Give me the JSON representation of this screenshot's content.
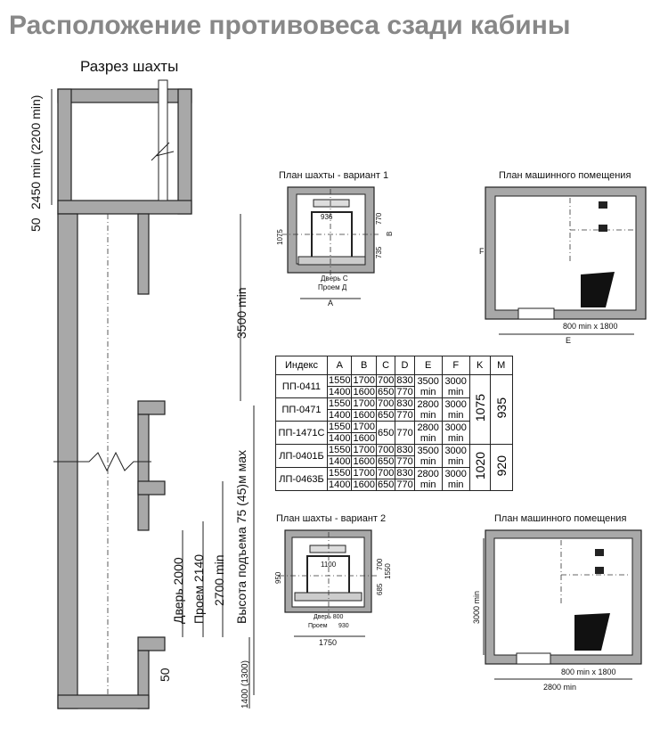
{
  "title": "Расположение  противовеса сзади кабины",
  "section": {
    "title": "Разрез шахты",
    "dims": {
      "top": "2450 min (2200 min)",
      "slab": "50",
      "overhead": "3500 min",
      "travel": "Высота подъема 75 (45)м мах",
      "door": "Дверь 2000",
      "opening": "Проем 2140",
      "floor_height": "2700 min",
      "sill": "50",
      "pit": "1400 (1300)"
    }
  },
  "plan1": {
    "title": "План шахты - вариант 1",
    "dims": {
      "w936": "936",
      "d1075": "1075",
      "d770": "770",
      "d735": "735",
      "B": "B",
      "door": "Дверь С",
      "opening": "Проем Д",
      "A": "A"
    }
  },
  "plan2": {
    "title": "План шахты - вариант 2",
    "dims": {
      "w1100": "1100",
      "d950": "950",
      "d700": "700",
      "d685": "685",
      "d1550": "1550",
      "door": "Дверь 800",
      "opening": "Проем",
      "opening_val": "930",
      "w1750": "1750"
    }
  },
  "machine1": {
    "title": "План машинного помещения",
    "dims": {
      "F": "F",
      "door": "800 min x 1800",
      "E": "E"
    }
  },
  "machine2": {
    "title": "План машинного помещения",
    "dims": {
      "h": "3000 min",
      "door": "800 min x 1800",
      "w": "2800 min"
    }
  },
  "table": {
    "headers": [
      "Индекс",
      "A",
      "B",
      "C",
      "D",
      "E",
      "F",
      "K",
      "M"
    ],
    "rows": [
      {
        "index": "ПП-0411",
        "a": [
          "1550",
          "1400"
        ],
        "b": [
          "1700",
          "1600"
        ],
        "c": [
          "700",
          "650"
        ],
        "d": [
          "830",
          "770"
        ],
        "e": "3500 min",
        "f": "3000 min"
      },
      {
        "index": "ПП-0471",
        "a": [
          "1550",
          "1400"
        ],
        "b": [
          "1700",
          "1600"
        ],
        "c": [
          "700",
          "650"
        ],
        "d": [
          "830",
          "770"
        ],
        "e": "2800 min",
        "f": "3000 min"
      },
      {
        "index": "ПП-1471С",
        "a": [
          "1550",
          "1400"
        ],
        "b": [
          "1700",
          "1600"
        ],
        "c": [
          "650"
        ],
        "d": [
          "770"
        ],
        "e": "2800 min",
        "f": "3000 min"
      },
      {
        "index": "ЛП-0401Б",
        "a": [
          "1550",
          "1400"
        ],
        "b": [
          "1700",
          "1600"
        ],
        "c": [
          "700",
          "650"
        ],
        "d": [
          "830",
          "770"
        ],
        "e": "3500 min",
        "f": "3000 min"
      },
      {
        "index": "ЛП-0463Б",
        "a": [
          "1550",
          "1400"
        ],
        "b": [
          "1700",
          "1600"
        ],
        "c": [
          "700",
          "650"
        ],
        "d": [
          "830",
          "770"
        ],
        "e": "2800 min",
        "f": "3000 min"
      }
    ],
    "k": [
      "1075",
      "1020"
    ],
    "m": [
      "935",
      "920"
    ]
  }
}
